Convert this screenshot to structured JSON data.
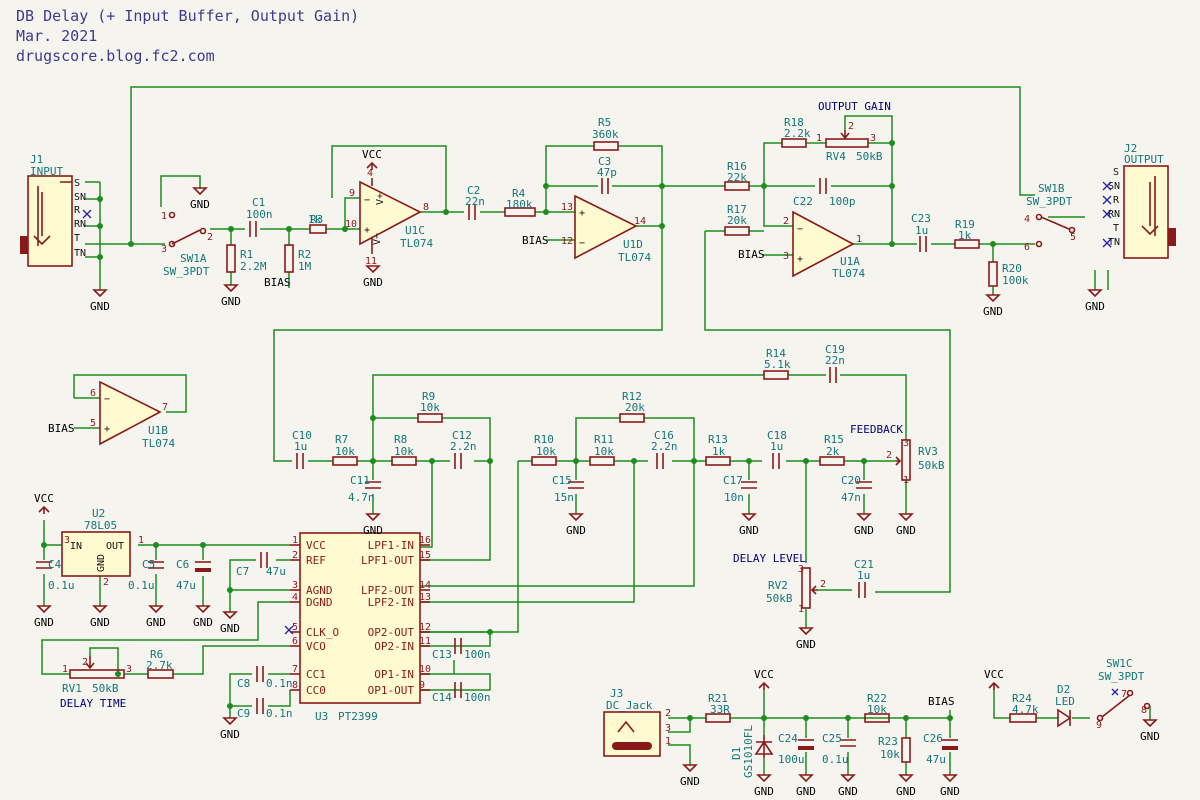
{
  "header": {
    "title": "DB Delay (+ Input Buffer, Output Gain)",
    "date": "Mar. 2021",
    "site": "drugscore.blog.fc2.com"
  },
  "labels": {
    "output_gain": "OUTPUT GAIN",
    "feedback": "FEEDBACK",
    "delay_level": "DELAY LEVEL",
    "delay_time": "DELAY TIME",
    "gnd": "GND",
    "vcc": "VCC",
    "bias": "BIAS"
  },
  "connectors": {
    "j1": {
      "ref": "J1",
      "value": "INPUT",
      "pins": [
        "S",
        "SN",
        "R",
        "RN",
        "T",
        "TN"
      ]
    },
    "j2": {
      "ref": "J2",
      "value": "OUTPUT",
      "pins": [
        "S",
        "SN",
        "R",
        "RN",
        "T",
        "TN"
      ]
    },
    "j3": {
      "ref": "J3",
      "value": "DC_Jack",
      "pins": [
        "2",
        "3",
        "1"
      ]
    }
  },
  "switches": {
    "sw1a": {
      "ref": "SW1A",
      "value": "SW_3PDT",
      "pins": [
        "1",
        "2",
        "3"
      ]
    },
    "sw1b": {
      "ref": "SW1B",
      "value": "SW_3PDT",
      "pins": [
        "4",
        "5",
        "6"
      ]
    },
    "sw1c": {
      "ref": "SW1C",
      "value": "SW_3PDT",
      "pins": [
        "7",
        "8",
        "9"
      ]
    }
  },
  "opamps": {
    "u1a": {
      "ref": "U1A",
      "value": "TL074",
      "pins": [
        "2",
        "3",
        "1"
      ]
    },
    "u1b": {
      "ref": "U1B",
      "value": "TL074",
      "pins": [
        "6",
        "5",
        "7"
      ]
    },
    "u1c": {
      "ref": "U1C",
      "value": "TL074",
      "pins": [
        "9",
        "10",
        "8",
        "4",
        "11"
      ]
    },
    "u1d": {
      "ref": "U1D",
      "value": "TL074",
      "pins": [
        "13",
        "12",
        "14"
      ]
    }
  },
  "regulator": {
    "ref": "U2",
    "value": "78L05",
    "in": "IN",
    "out": "OUT",
    "gnd": "GND",
    "pins": [
      "3",
      "1",
      "2"
    ]
  },
  "chip": {
    "ref": "U3",
    "value": "PT2399",
    "left": [
      {
        "pin": "1",
        "name": "VCC"
      },
      {
        "pin": "2",
        "name": "REF"
      },
      {
        "pin": "3",
        "name": "AGND"
      },
      {
        "pin": "4",
        "name": "DGND"
      },
      {
        "pin": "5",
        "name": "CLK_O"
      },
      {
        "pin": "6",
        "name": "VCO"
      },
      {
        "pin": "7",
        "name": "CC1"
      },
      {
        "pin": "8",
        "name": "CC0"
      }
    ],
    "right": [
      {
        "pin": "16",
        "name": "LPF1-IN"
      },
      {
        "pin": "15",
        "name": "LPF1-OUT"
      },
      {
        "pin": "14",
        "name": "LPF2-OUT"
      },
      {
        "pin": "13",
        "name": "LPF2-IN"
      },
      {
        "pin": "12",
        "name": "OP2-OUT"
      },
      {
        "pin": "11",
        "name": "OP2-IN"
      },
      {
        "pin": "10",
        "name": "OP1-IN"
      },
      {
        "pin": "9",
        "name": "OP1-OUT"
      }
    ]
  },
  "resistors": {
    "r1": {
      "ref": "R1",
      "value": "2.2M"
    },
    "r2": {
      "ref": "R2",
      "value": "1M"
    },
    "r3": {
      "ref": "R3",
      "value": "1k"
    },
    "r4": {
      "ref": "R4",
      "value": "180k"
    },
    "r5": {
      "ref": "R5",
      "value": "360k"
    },
    "r6": {
      "ref": "R6",
      "value": "2.7k"
    },
    "r7": {
      "ref": "R7",
      "value": "10k"
    },
    "r8": {
      "ref": "R8",
      "value": "10k"
    },
    "r9": {
      "ref": "R9",
      "value": "10k"
    },
    "r10": {
      "ref": "R10",
      "value": "10k"
    },
    "r11": {
      "ref": "R11",
      "value": "10k"
    },
    "r12": {
      "ref": "R12",
      "value": "20k"
    },
    "r13": {
      "ref": "R13",
      "value": "1k"
    },
    "r14": {
      "ref": "R14",
      "value": "5.1k"
    },
    "r15": {
      "ref": "R15",
      "value": "2k"
    },
    "r16": {
      "ref": "R16",
      "value": "22k"
    },
    "r17": {
      "ref": "R17",
      "value": "20k"
    },
    "r18": {
      "ref": "R18",
      "value": "2.2k"
    },
    "r19": {
      "ref": "R19",
      "value": "1k"
    },
    "r20": {
      "ref": "R20",
      "value": "100k"
    },
    "r21": {
      "ref": "R21",
      "value": "33R"
    },
    "r22": {
      "ref": "R22",
      "value": "10k"
    },
    "r23": {
      "ref": "R23",
      "value": "10k"
    },
    "r24": {
      "ref": "R24",
      "value": "4.7k"
    }
  },
  "pots": {
    "rv1": {
      "ref": "RV1",
      "value": "50kB",
      "pins": [
        "1",
        "2",
        "3"
      ]
    },
    "rv2": {
      "ref": "RV2",
      "value": "50kB",
      "pins": [
        "3",
        "2",
        "1"
      ]
    },
    "rv3": {
      "ref": "RV3",
      "value": "50kB",
      "pins": [
        "3",
        "2",
        "1"
      ]
    },
    "rv4": {
      "ref": "RV4",
      "value": "50kB",
      "pins": [
        "1",
        "2",
        "3"
      ]
    }
  },
  "capacitors": {
    "c1": {
      "ref": "C1",
      "value": "100n"
    },
    "c2": {
      "ref": "C2",
      "value": "22n"
    },
    "c3": {
      "ref": "C3",
      "value": "47p"
    },
    "c4": {
      "ref": "C4",
      "value": "0.1u"
    },
    "c5": {
      "ref": "C5",
      "value": "0.1u"
    },
    "c6": {
      "ref": "C6",
      "value": "47u"
    },
    "c7": {
      "ref": "C7",
      "value": "47u"
    },
    "c8": {
      "ref": "C8",
      "value": "0.1n"
    },
    "c9": {
      "ref": "C9",
      "value": "0.1n"
    },
    "c10": {
      "ref": "C10",
      "value": "1u"
    },
    "c11": {
      "ref": "C11",
      "value": "4.7n"
    },
    "c12": {
      "ref": "C12",
      "value": "2.2n"
    },
    "c13": {
      "ref": "C13",
      "value": "100n"
    },
    "c14": {
      "ref": "C14",
      "value": "100n"
    },
    "c15": {
      "ref": "C15",
      "value": "15n"
    },
    "c16": {
      "ref": "C16",
      "value": "2.2n"
    },
    "c17": {
      "ref": "C17",
      "value": "10n"
    },
    "c18": {
      "ref": "C18",
      "value": "1u"
    },
    "c19": {
      "ref": "C19",
      "value": "22n"
    },
    "c20": {
      "ref": "C20",
      "value": "47n"
    },
    "c21": {
      "ref": "C21",
      "value": "1u"
    },
    "c22": {
      "ref": "C22",
      "value": "100p"
    },
    "c23": {
      "ref": "C23",
      "value": "1u"
    },
    "c24": {
      "ref": "C24",
      "value": "100u"
    },
    "c25": {
      "ref": "C25",
      "value": "0.1u"
    },
    "c26": {
      "ref": "C26",
      "value": "47u"
    }
  },
  "diodes": {
    "d1": {
      "ref": "D1",
      "value": "GS1010FL"
    },
    "d2": {
      "ref": "D2",
      "value": "LED"
    }
  }
}
